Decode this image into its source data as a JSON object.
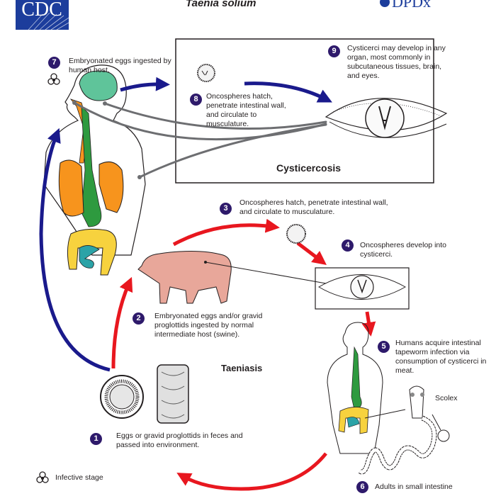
{
  "header": {
    "title": "Taenia solium",
    "left_logo": "CDC",
    "right_logo": "DPDx"
  },
  "sections": {
    "cysticercosis": "Cysticercosis",
    "taeniasis": "Taeniasis"
  },
  "steps": [
    {
      "n": "1",
      "text": "Eggs or gravid proglottids in feces and passed into environment."
    },
    {
      "n": "2",
      "text": "Embryonated eggs and/or gravid proglottids ingested by normal intermediate host (swine)."
    },
    {
      "n": "3",
      "text": "Oncospheres hatch, penetrate intestinal wall, and circulate to musculature."
    },
    {
      "n": "4",
      "text": "Oncospheres develop into cysticerci."
    },
    {
      "n": "5",
      "text": "Humans acquire intestinal tapeworm infection via consumption of cysticerci in meat."
    },
    {
      "n": "6",
      "text": "Adults in small intestine"
    },
    {
      "n": "7",
      "text": "Embryonated eggs ingested by human host."
    },
    {
      "n": "8",
      "text": "Oncospheres hatch, penetrate intestinal wall, and circulate to musculature."
    },
    {
      "n": "9",
      "text": "Cysticerci may develop in any organ, most commonly in subcutaneous tissues, brain, and eyes."
    }
  ],
  "labels": {
    "scolex": "Scolex"
  },
  "legend": {
    "infective_stage": "Infective stage"
  },
  "colors": {
    "step_badge": "#2e1a6b",
    "red_arrow": "#e8171f",
    "blue_arrow": "#1a1a8c",
    "cdc_blue": "#1c3d9c"
  }
}
